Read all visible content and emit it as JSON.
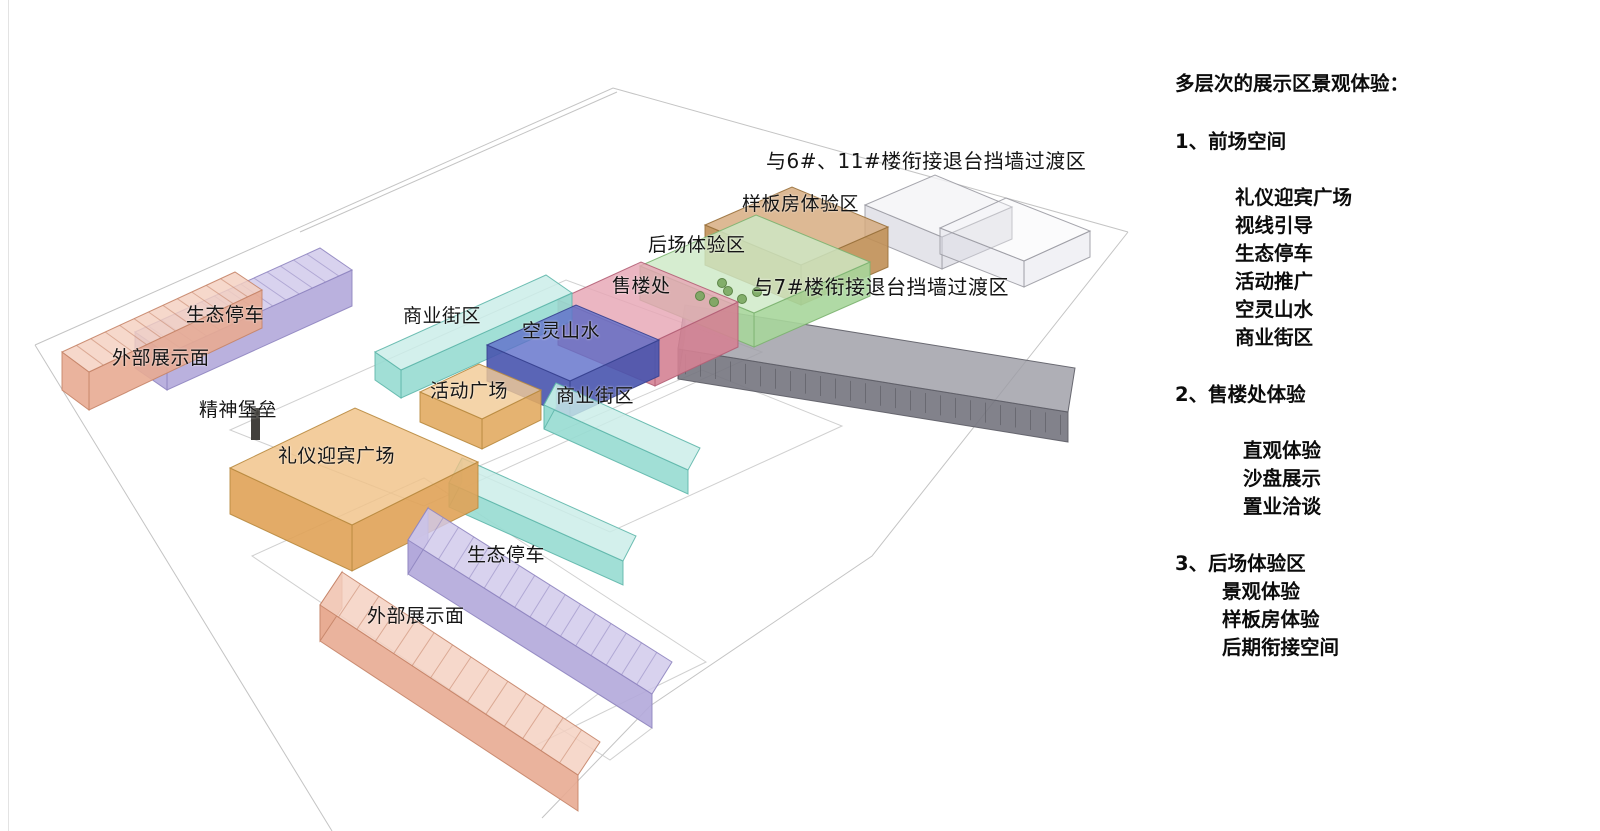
{
  "page": {
    "background": "#ffffff"
  },
  "diagram": {
    "labels": [
      {
        "id": "transition-6-11",
        "text": "与6#、11#楼衔接退台挡墙过渡区"
      },
      {
        "id": "model-area",
        "text": "样板房体验区"
      },
      {
        "id": "backyard-area",
        "text": "后场体验区"
      },
      {
        "id": "sales-office",
        "text": "售楼处"
      },
      {
        "id": "transition-7",
        "text": "与7#楼衔接退台挡墙过渡区"
      },
      {
        "id": "commercial-upper",
        "text": "商业街区"
      },
      {
        "id": "water",
        "text": "空灵山水"
      },
      {
        "id": "parking-upper",
        "text": "生态停车"
      },
      {
        "id": "display-upper",
        "text": "外部展示面"
      },
      {
        "id": "activity-plaza",
        "text": "活动广场"
      },
      {
        "id": "commercial-lower",
        "text": "商业街区"
      },
      {
        "id": "spirit-fortress",
        "text": "精神堡垒"
      },
      {
        "id": "welcome-plaza",
        "text": "礼仪迎宾广场"
      },
      {
        "id": "parking-lower",
        "text": "生态停车"
      },
      {
        "id": "display-lower",
        "text": "外部展示面"
      }
    ],
    "zones": {
      "parking": {
        "label": "生态停车",
        "top": "#cfc8ea",
        "side": "#b2a8da",
        "stroke": "#8f85c0"
      },
      "display": {
        "label": "外部展示面",
        "top": "#f4cfc0",
        "side": "#e8ab92",
        "stroke": "#c58468"
      },
      "plaza": {
        "label": "礼仪迎宾广场",
        "top": "#f0c287",
        "side": "#e0a257",
        "stroke": "#b8893f"
      },
      "activity": {
        "label": "活动广场",
        "top": "#f2cb96",
        "side": "#e2ab62",
        "stroke": "#b8893f"
      },
      "commercial": {
        "label": "商业街区",
        "top": "#c9ede8",
        "side": "#97dcd1",
        "stroke": "#5fb7ab"
      },
      "water": {
        "label": "空灵山水",
        "top": "#6272cb",
        "side": "#4854ae",
        "stroke": "#37418f"
      },
      "sales": {
        "label": "售楼处",
        "top": "#e6a6b4",
        "side": "#d48294",
        "stroke": "#b25f76"
      },
      "backyard": {
        "label": "后场体验区",
        "top": "#cde9c6",
        "side": "#a7d69b",
        "stroke": "#7cb370"
      },
      "model": {
        "label": "样板房体验区",
        "top": "#d5aa7d",
        "side": "#c08f55",
        "stroke": "#99713c"
      },
      "transition": {
        "label": "退台挡墙过渡区",
        "top": "#f4f4f7",
        "side": "#e1e1e8",
        "stroke": "#9c9ca4"
      },
      "gray_band": {
        "label": "与7#楼衔接过渡区",
        "top": "#9d9da6",
        "side": "#74747e",
        "stroke": "#5d5d66"
      },
      "spirit": {
        "label": "精神堡垒",
        "color": "#42403c"
      },
      "tree": {
        "fill": "#79a65e",
        "stroke": "#5d8547"
      }
    }
  },
  "legend": {
    "title": "多层次的展示区景观体验：",
    "sections": [
      {
        "heading": "1、前场空间",
        "items": [
          "礼仪迎宾广场",
          "视线引导",
          "生态停车",
          "活动推广",
          "空灵山水",
          "商业街区"
        ]
      },
      {
        "heading": "2、售楼处体验",
        "items": [
          "直观体验",
          "沙盘展示",
          "置业洽谈"
        ]
      },
      {
        "heading": "3、后场体验区",
        "items": [
          "景观体验",
          "样板房体验",
          "后期衔接空间"
        ]
      }
    ]
  }
}
